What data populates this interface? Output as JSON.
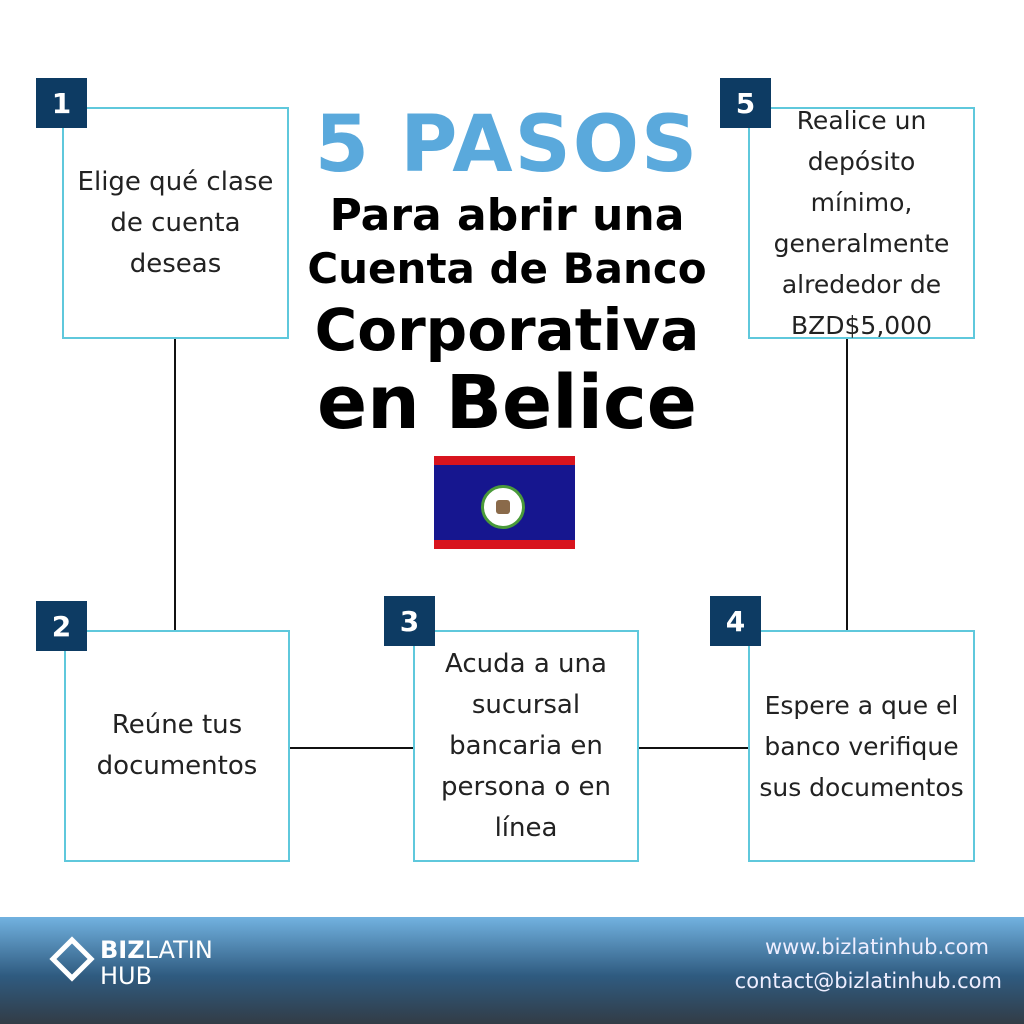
{
  "title": {
    "line1": "5 PASOS",
    "line2": "Para abrir una",
    "line3": "Cuenta de Banco",
    "line4": "Corporativa",
    "line5": "en Belice"
  },
  "steps": [
    {
      "number": "1",
      "text": "Elige qué clase de cuenta deseas"
    },
    {
      "number": "2",
      "text": "Reúne tus documentos"
    },
    {
      "number": "3",
      "text": "Acuda a una sucursal bancaria en persona o en línea"
    },
    {
      "number": "4",
      "text": "Espere a que el banco verifique sus documentos"
    },
    {
      "number": "5",
      "text": "Realice un depósito mínimo, generalmente alrededor de BZD$5,000"
    }
  ],
  "footer": {
    "logo_biz": "BIZ",
    "logo_latin": "LATIN",
    "logo_hub": "HUB",
    "website": "www.bizlatinhub.com",
    "email": "contact@bizlatinhub.com"
  },
  "colors": {
    "accent": "#5aa9dc",
    "badge": "#0d3b63",
    "border": "#5fc8dc"
  }
}
